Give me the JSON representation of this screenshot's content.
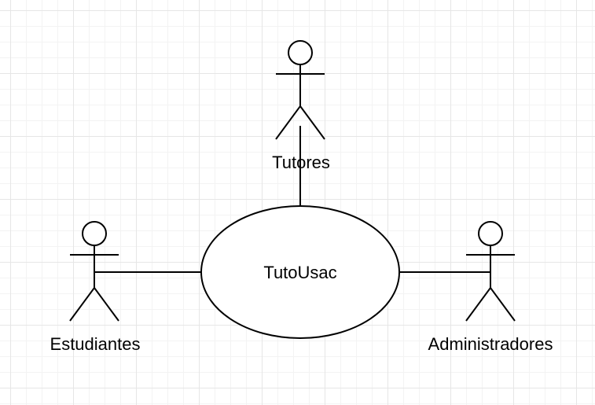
{
  "diagram": {
    "type": "use-case",
    "actors": [
      {
        "id": "tutores",
        "label": "Tutores"
      },
      {
        "id": "estudiantes",
        "label": "Estudiantes"
      },
      {
        "id": "administradores",
        "label": "Administradores"
      }
    ],
    "use_case": {
      "label": "TutoUsac"
    },
    "associations": [
      {
        "from": "tutores",
        "to": "TutoUsac"
      },
      {
        "from": "estudiantes",
        "to": "TutoUsac"
      },
      {
        "from": "administradores",
        "to": "TutoUsac"
      }
    ]
  }
}
